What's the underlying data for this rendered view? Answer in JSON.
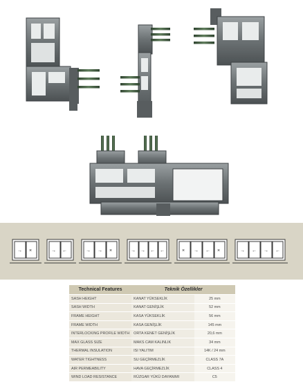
{
  "technical_table": {
    "header_en": "Technical Features",
    "header_tr": "Teknik Özellikler",
    "rows": [
      {
        "en": "SASH HEIGHT",
        "tr": "KANAT YÜKSEKLİK",
        "value": "25 mm"
      },
      {
        "en": "SASH WIDTH",
        "tr": "KANAT GENİŞLİK",
        "value": "52 mm"
      },
      {
        "en": "FRAME HEIGHT",
        "tr": "KASA YÜKSEKLİK",
        "value": "56 mm"
      },
      {
        "en": "FRAME WIDTH",
        "tr": "KASA GENİŞLİK",
        "value": "145 mm"
      },
      {
        "en": "INTERLOCKING PROFILE WIDTH",
        "tr": "ORTA KENET GENİŞLİK",
        "value": "20,6 mm"
      },
      {
        "en": "MAX GLASS SIZE",
        "tr": "MAKS CAM KALINLIK",
        "value": "34 mm"
      },
      {
        "en": "THERMAL INSULATION",
        "tr": "ISI YALITIM",
        "value": "14K / 24 mm"
      },
      {
        "en": "WATER TIGHTNESS",
        "tr": "SU GEÇİRMEZLİK",
        "value": "CLASS 7A"
      },
      {
        "en": "AIR PERMEABILITY",
        "tr": "HAVA GEÇİRMEZLİK",
        "value": "CLASS 4"
      },
      {
        "en": "WIND LOAD RESISTANCE",
        "tr": "RÜZGAR YÜKÜ DAYANIMI",
        "value": "C5"
      }
    ]
  },
  "colors": {
    "band": "#d9d5c6",
    "table_header": "#cfc9b3",
    "profile_gray": "#6d7274",
    "gasket_green": "#3f5a3c"
  },
  "icons": [
    "section-profile-left-icon",
    "section-profile-middle-icon",
    "section-profile-right-icon",
    "section-profile-bottom-icon",
    "sliding-window-icon"
  ]
}
